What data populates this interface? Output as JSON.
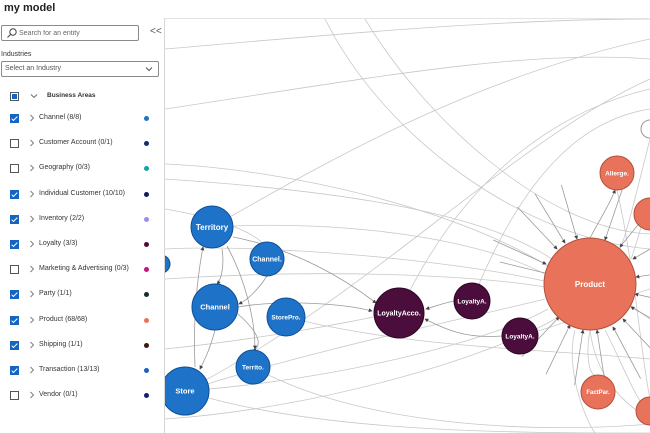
{
  "window": {
    "title": "my model"
  },
  "sidebar": {
    "search_placeholder": "Search for an entity",
    "collapse_label": "<<",
    "industries_label": "Industries",
    "industry_select": "Select an Industry",
    "header": "Business Areas",
    "items": [
      {
        "label": "Channel (8/8)",
        "checked": true,
        "color": "#1e73c8"
      },
      {
        "label": "Customer Account (0/1)",
        "checked": false,
        "color": "#1a2a6c"
      },
      {
        "label": "Geography (0/3)",
        "checked": false,
        "color": "#16a3a3"
      },
      {
        "label": "Individual Customer (10/10)",
        "checked": true,
        "color": "#0c1f5a"
      },
      {
        "label": "Inventory (2/2)",
        "checked": true,
        "color": "#9b8fe3"
      },
      {
        "label": "Loyalty (3/3)",
        "checked": true,
        "color": "#4a0d3c"
      },
      {
        "label": "Marketing & Advertising (0/3)",
        "checked": false,
        "color": "#c2187a"
      },
      {
        "label": "Party (1/1)",
        "checked": true,
        "color": "#1b2a30"
      },
      {
        "label": "Product (68/68)",
        "checked": true,
        "color": "#e9735a"
      },
      {
        "label": "Shipping (1/1)",
        "checked": true,
        "color": "#3a1a10"
      },
      {
        "label": "Transaction (13/13)",
        "checked": true,
        "color": "#1565c0"
      },
      {
        "label": "Vendor (0/1)",
        "checked": false,
        "color": "#14226b"
      }
    ]
  },
  "graph": {
    "nodes": [
      {
        "label": "Territory",
        "color": "#1e73c8"
      },
      {
        "label": "Channel.",
        "color": "#1e73c8"
      },
      {
        "label": "Channel",
        "color": "#1e73c8"
      },
      {
        "label": "StorePro.",
        "color": "#1e73c8"
      },
      {
        "label": "Territo.",
        "color": "#1e73c8"
      },
      {
        "label": "Store",
        "color": "#1e73c8"
      },
      {
        "label": "LoyaltyAcco.",
        "color": "#4a0d3c"
      },
      {
        "label": "LoyaltyA.",
        "color": "#4a0d3c"
      },
      {
        "label": "LoyaltyA.",
        "color": "#4a0d3c"
      },
      {
        "label": "Product",
        "color": "#e9735a"
      },
      {
        "label": "Allerge.",
        "color": "#e9735a"
      },
      {
        "label": "FactPar.",
        "color": "#e9735a"
      }
    ]
  }
}
